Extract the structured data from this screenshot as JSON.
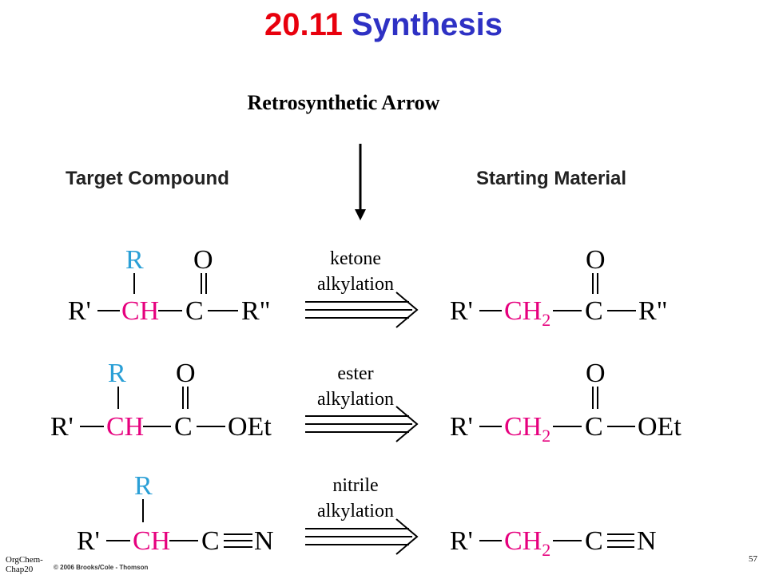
{
  "title": {
    "number": "20.11",
    "text": "Synthesis"
  },
  "subtitle": "Retrosynthetic Arrow",
  "headers": {
    "target": "Target Compound",
    "starting": "Starting Material"
  },
  "reactions": [
    {
      "label_line1": "ketone",
      "label_line2": "alkylation",
      "target": {
        "rprime": "R'",
        "ch": "CH",
        "c": "C",
        "sub": "R\"",
        "r": "R",
        "o": "O"
      },
      "starting": {
        "rprime": "R'",
        "ch2": "CH",
        "two": "2",
        "c": "C",
        "sub": "R\"",
        "o": "O"
      }
    },
    {
      "label_line1": "ester",
      "label_line2": "alkylation",
      "target": {
        "rprime": "R'",
        "ch": "CH",
        "c": "C",
        "sub": "OEt",
        "r": "R",
        "o": "O"
      },
      "starting": {
        "rprime": "R'",
        "ch2": "CH",
        "two": "2",
        "c": "C",
        "sub": "OEt",
        "o": "O"
      }
    },
    {
      "label_line1": "nitrile",
      "label_line2": "alkylation",
      "target": {
        "rprime": "R'",
        "ch": "CH",
        "c": "C",
        "sub": "N",
        "r": "R"
      },
      "starting": {
        "rprime": "R'",
        "ch2": "CH",
        "two": "2",
        "c": "C",
        "sub": "N"
      }
    }
  ],
  "footer": {
    "left_line1": "OrgChem-",
    "left_line2": "Chap20",
    "copyright": "© 2006 Brooks/Cole - Thomson",
    "page_number": "57"
  },
  "colors": {
    "title_number": "#e8000d",
    "title_text": "#2e31c4",
    "R": "#2a9fd6",
    "CH": "#e6007e",
    "text": "#000000"
  }
}
